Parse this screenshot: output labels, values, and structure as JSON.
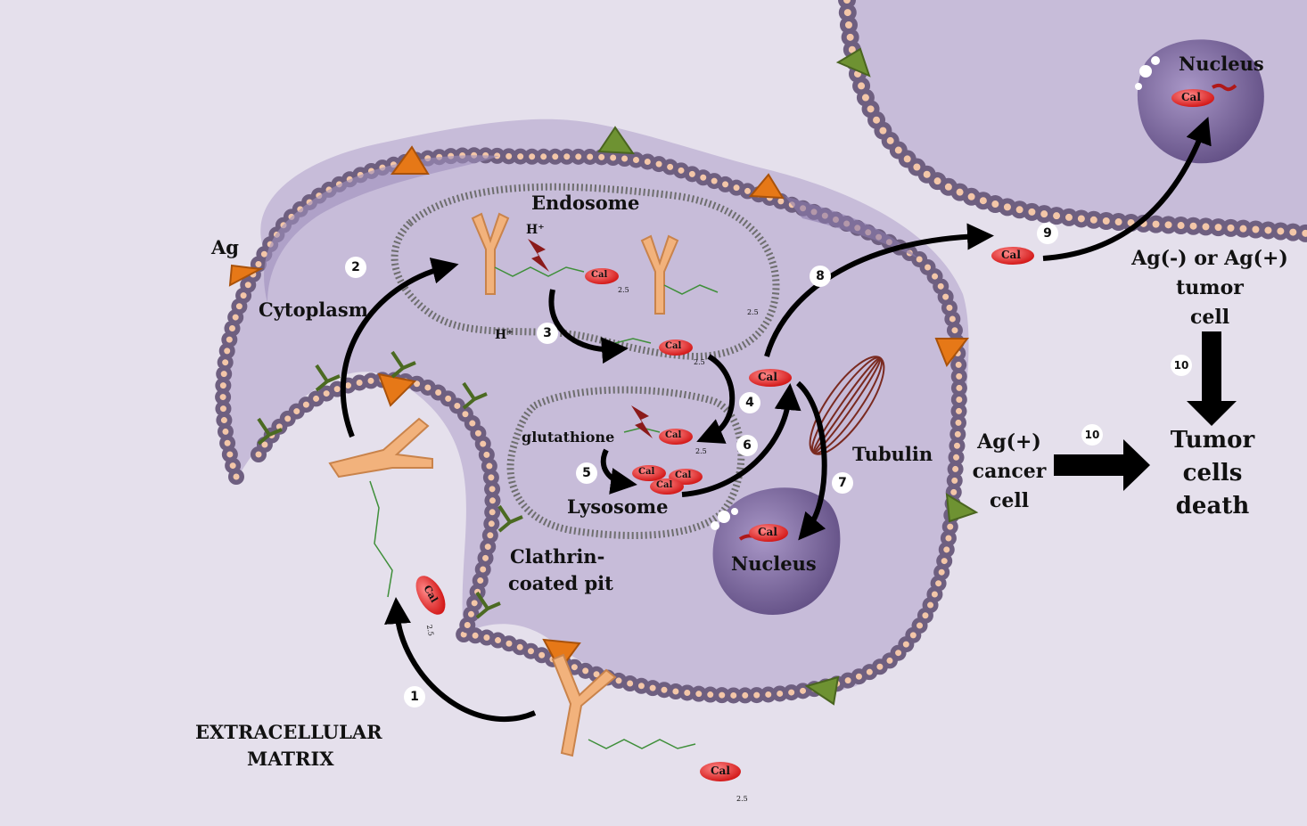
{
  "labels": {
    "endosome": "Endosome",
    "ag": "Ag",
    "cytoplasm": "Cytoplasm",
    "h_plus_1": "H⁺",
    "h_plus_2": "H⁺",
    "glutathione": "glutathione",
    "lysosome": "Lysosome",
    "tubulin": "Tubulin",
    "nucleus_main": "Nucleus",
    "nucleus_neighbor": "Nucleus",
    "clathrin_line1": "Clathrin-",
    "clathrin_line2": "coated pit",
    "extracellular_line1": "EXTRACELLULAR",
    "extracellular_line2": "MATRIX",
    "ag_pos_line1": "Ag(+)",
    "ag_pos_line2": "cancer",
    "ag_pos_line3": "cell",
    "ag_neg_line1": "Ag(-) or Ag(+)",
    "ag_neg_line2": "tumor",
    "ag_neg_line3": "cell",
    "death_line1": "Tumor",
    "death_line2": "cells",
    "death_line3": "death"
  },
  "payload_label": "Cal",
  "subscript": "2.5",
  "steps": [
    "1",
    "2",
    "3",
    "4",
    "5",
    "6",
    "7",
    "8",
    "9",
    "10",
    "10"
  ],
  "colors": {
    "background": "#e5e0ec",
    "cell_fill": "#c7bcd9",
    "membrane_bead": "#f3c6a8",
    "membrane_line": "#6e5f80",
    "antigen_orange": "#e67817",
    "antigen_green": "#6e9232",
    "antibody": "#f2b27c",
    "payload_red": "#e02424",
    "linker_green": "#3f8f3a",
    "arrow": "#000000"
  }
}
